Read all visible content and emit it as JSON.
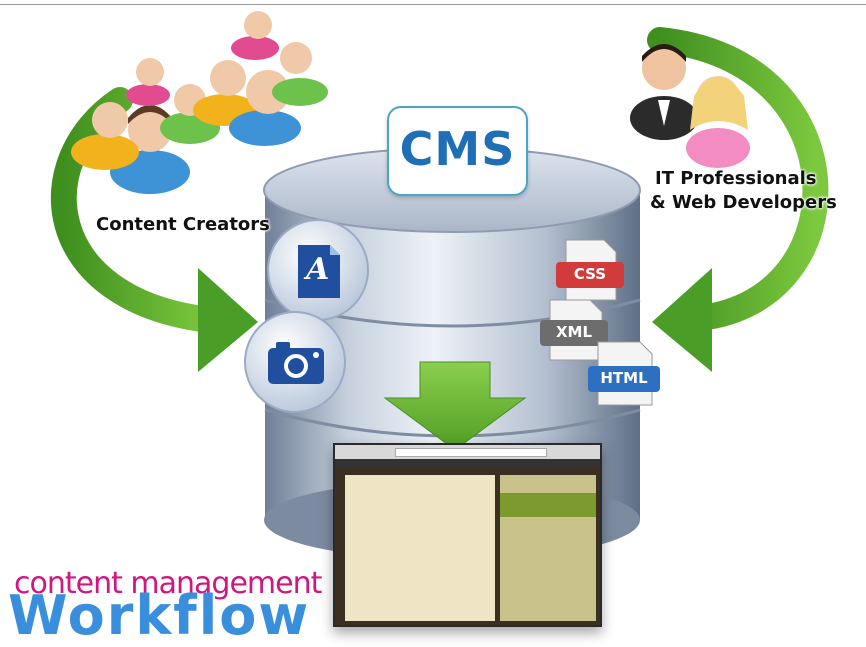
{
  "center": {
    "label": "CMS"
  },
  "groups": {
    "left": "Content Creators",
    "right_line1": "IT Professionals",
    "right_line2": "& Web Developers"
  },
  "content_icons": {
    "document_letter": "A",
    "camera": "camera-icon"
  },
  "file_badges": [
    "CSS",
    "XML",
    "HTML"
  ],
  "title": {
    "line1": "content management",
    "line2": "Workflow"
  },
  "colors": {
    "arrow_green": "#5cb02e",
    "cms_blue": "#1f6fb7",
    "title_pink": "#d0177f",
    "title_blue": "#3a8fdc",
    "css_red": "#d23b3b",
    "xml_gray": "#6d6d6d",
    "html_blue": "#2d6fc0"
  }
}
